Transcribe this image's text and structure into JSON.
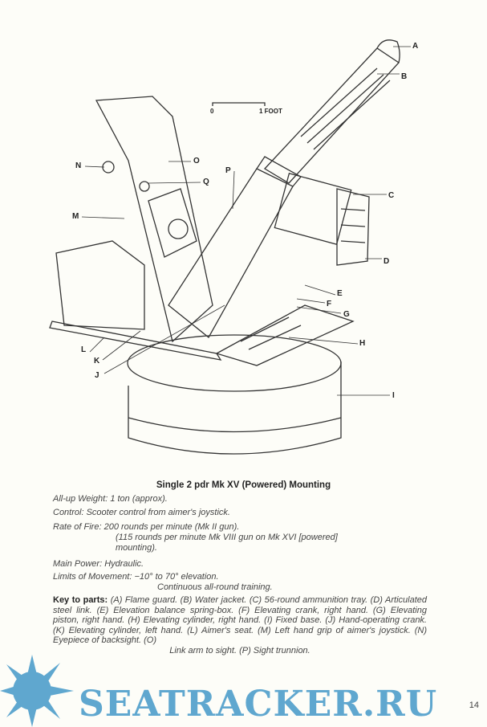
{
  "scale": {
    "zero": "0",
    "foot": "1 FOOT"
  },
  "labels": [
    "A",
    "B",
    "C",
    "D",
    "E",
    "F",
    "G",
    "H",
    "I",
    "J",
    "K",
    "L",
    "M",
    "N",
    "O",
    "P",
    "Q"
  ],
  "title": "Single 2 pdr Mk XV (Powered) Mounting",
  "specs": {
    "weight": "All-up Weight: 1 ton (approx).",
    "control": "Control: Scooter control from aimer's joystick.",
    "rate1": "Rate of Fire: 200 rounds per minute (Mk II gun).",
    "rate2": "(115 rounds per minute Mk VIII gun on Mk XVI [powered]",
    "rate3": "mounting).",
    "power": "Main Power: Hydraulic.",
    "limits1": "Limits of Movement: −10° to 70° elevation.",
    "limits2": "Continuous all-round training."
  },
  "key": {
    "heading": "Key to parts:",
    "body": "(A) Flame guard. (B) Water jacket. (C) 56-round ammunition tray. (D) Articulated steel link. (E) Elevation balance spring-box. (F) Elevating crank, right hand. (G) Elevating piston, right hand. (H) Elevating cylinder, right hand. (I) Fixed base. (J) Hand-operating crank. (K) Elevating cylinder, left hand. (L) Aimer's seat. (M) Left hand grip of aimer's joystick. (N) Eyepiece of backsight. (O)",
    "last": "Link arm to sight. (P) Sight trunnion."
  },
  "watermark": "SEATRACKER.RU",
  "page_number": "14",
  "colors": {
    "watermark": "#5fa7cf",
    "ink": "#333333"
  }
}
